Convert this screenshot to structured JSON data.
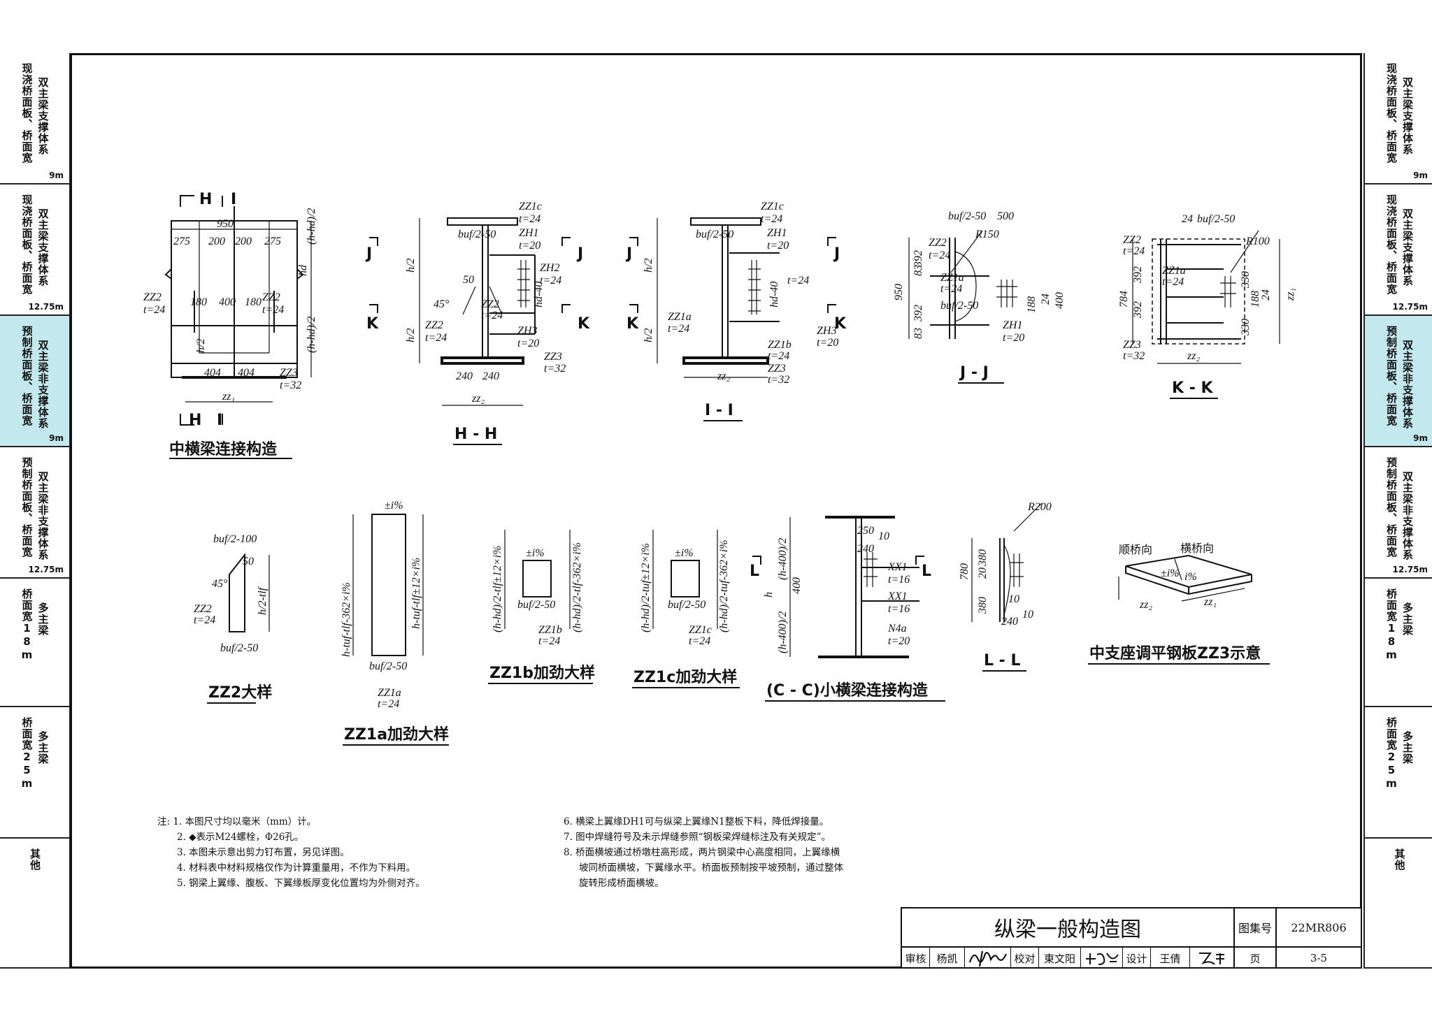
{
  "side_tabs": [
    {
      "cols": [
        "现浇桥面板、桥面宽",
        "双主梁支撑体系"
      ],
      "sub": "9m",
      "highlight": false
    },
    {
      "cols": [
        "现浇桥面板、桥面宽",
        "双主梁支撑体系"
      ],
      "sub": "12.75m",
      "highlight": false
    },
    {
      "cols": [
        "预制桥面板、桥面宽",
        "双主梁非支撑体系"
      ],
      "sub": "9m",
      "highlight": true
    },
    {
      "cols": [
        "预制桥面板、桥面宽",
        "双主梁非支撑体系"
      ],
      "sub": "12.75m",
      "highlight": false
    },
    {
      "cols": [
        "桥面宽18m",
        "多主梁"
      ],
      "sub": "",
      "highlight": false
    },
    {
      "cols": [
        "桥面宽25m",
        "多主梁"
      ],
      "sub": "",
      "highlight": false
    },
    {
      "cols": [
        "其他"
      ],
      "sub": "",
      "highlight": false
    }
  ],
  "captions": {
    "mid_cross_beam": "中横梁连接构造",
    "hh": "H - H",
    "ii": "I - I",
    "jj": "J - J",
    "kk": "K - K",
    "zz2": "ZZ2大样",
    "zz1a": "ZZ1a加劲大样",
    "zz1b": "ZZ1b加劲大样",
    "zz1c": "ZZ1c加劲大样",
    "cc": "(C - C)小横梁连接构造",
    "ll": "L - L",
    "zz3": "中支座调平钢板ZZ3示意"
  },
  "labels": {
    "H": "H",
    "I": "I",
    "J": "J",
    "K": "K",
    "L": "L",
    "d950": "950",
    "d275": "275",
    "d200": "200",
    "d180": "180",
    "d400": "400",
    "d404": "404",
    "d240": "240",
    "d500": "500",
    "d392": "392",
    "d83": "83",
    "d188": "188",
    "d24": "24",
    "d784": "784",
    "d330": "330",
    "d250": "250",
    "d10": "10",
    "d780": "780",
    "d380": "380",
    "d20": "20",
    "d50": "50",
    "zz1": "zz₁",
    "zz2": "zz₂",
    "hd": "hd",
    "h2": "h/2",
    "h": "h",
    "hmhd2": "(h-hd)/2",
    "hd40": "hd-40",
    "ZZ1c": "ZZ1c",
    "ZZ1a": "ZZ1a",
    "ZZ1b": "ZZ1b",
    "ZZ2": "ZZ2",
    "ZZ3": "ZZ3",
    "ZH1": "ZH1",
    "ZH2": "ZH2",
    "ZH3": "ZH3",
    "XX1": "XX1",
    "N4a": "N4a",
    "t24": "t=24",
    "t20": "t=20",
    "t32": "t=32",
    "t16": "t=16",
    "buf250": "buf/2-50",
    "buf2100": "buf/2-100",
    "a45": "45°",
    "R150": "R150",
    "R100": "R100",
    "R200": "R200",
    "slope": "±i%",
    "slope2": "i%",
    "zz1a_left": "h-tuf-tlf-362×i%",
    "zz1a_right": "h-tuf-tlf±12×i%",
    "zz1b_l": "(h-hd)/2-tlf±12×i%",
    "zz1b_r": "(h-hd)/2-tlf-362×i%",
    "zz1c_l": "(h-hd)/2-tuf±12×i%",
    "zz1c_r": "(h-hd)/2-tuf-362×i%",
    "zz2_h": "h/2-tlf",
    "cc_top": "(h-400)/2",
    "cc_bot": "(h-400)/2",
    "dir_long": "顺桥向",
    "dir_trans": "横桥向"
  },
  "notes": {
    "prefix": "注:",
    "left": [
      "1. 本图尺寸均以毫米（mm）计。",
      "2. ◆表示M24螺栓，Φ26孔。",
      "3. 本图未示意出剪力钉布置，另见详图。",
      "4. 材料表中材料规格仅作为计算重量用，不作为下料用。",
      "5. 钢梁上翼缘、腹板、下翼缘板厚变化位置均为外侧对齐。"
    ],
    "right": [
      "6. 横梁上翼缘DH1可与纵梁上翼缘N1整板下料，降低焊接量。",
      "7. 图中焊缝符号及未示焊缝参照“钢板梁焊缝标注及有关规定”。",
      "8. 桥面横坡通过桥墩柱高形成，两片钢梁中心高度相同，上翼缘横",
      "坡同桥面横坡，下翼缘水平。桥面板预制按平坡预制，通过整体",
      "旋转形成桥面横坡。"
    ]
  },
  "title_block": {
    "title": "纵梁一般构造图",
    "atlas_label": "图集号",
    "atlas_no": "22MR806",
    "review_label": "审核",
    "reviewer": "杨凯",
    "check_label": "校对",
    "checker": "東文阳",
    "design_label": "设计",
    "designer": "王倩",
    "page_label": "页",
    "page_no": "3-5"
  }
}
